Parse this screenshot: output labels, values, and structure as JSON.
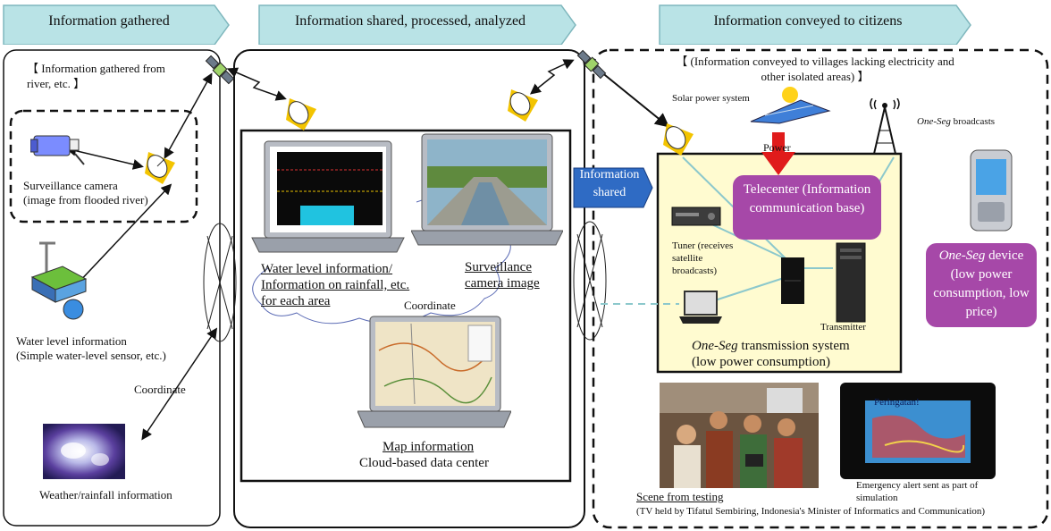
{
  "headers": {
    "gathered": "Information gathered",
    "shared": "Information shared, processed, analyzed",
    "conveyed": "Information conveyed to citizens"
  },
  "left": {
    "river_note": "【 Information gathered from river, etc. 】",
    "camera_label": "Surveillance camera",
    "camera_sub": "(image from flooded river)",
    "water_label": "Water level information",
    "water_sub": "(Simple water-level sensor, etc.)",
    "coordinate": "Coordinate",
    "weather_label": "Weather/rainfall information"
  },
  "center": {
    "water_info": "Water level information/ Information on rainfall, etc. for each area",
    "camera_image": "Surveillance camera image",
    "coordinate": "Coordinate",
    "map_info": "Map information",
    "cloud": "Cloud-based data center"
  },
  "right": {
    "isolated_note": "【 (Information conveyed to villages lacking electricity and other isolated areas) 】",
    "solar": "Solar power system",
    "oneseg_broadcasts_em": "One-Seg",
    "oneseg_broadcasts": " broadcasts",
    "power": "Power",
    "info_shared": "Information shared",
    "telecenter": "Telecenter (Information communication base)",
    "tuner": "Tuner (receives satellite broadcasts)",
    "transmitter": "Transmitter",
    "tx_system_em": "One-Seg",
    "tx_system": " transmission system",
    "tx_system_sub": "(low power consumption)",
    "device_em": "One-Seg",
    "device": " device (low power consumption, low price)",
    "scene": "Scene from testing",
    "scene_sub": "(TV held by Tifatul Sembiring, Indonesia's Minister of Informatics and Communication)",
    "alert": "Emergency alert sent as part of simulation",
    "alert_screen": "Peringatan!"
  },
  "colors": {
    "header_fill": "#b9e3e6",
    "header_stroke": "#7fb7bd",
    "telecenter_bg": "#fffbd0",
    "purple": "#a648a8",
    "info_shared_blue": "#2f6bc4",
    "power_arrow": "#e01b1b",
    "dish_yellow": "#f3c400"
  }
}
